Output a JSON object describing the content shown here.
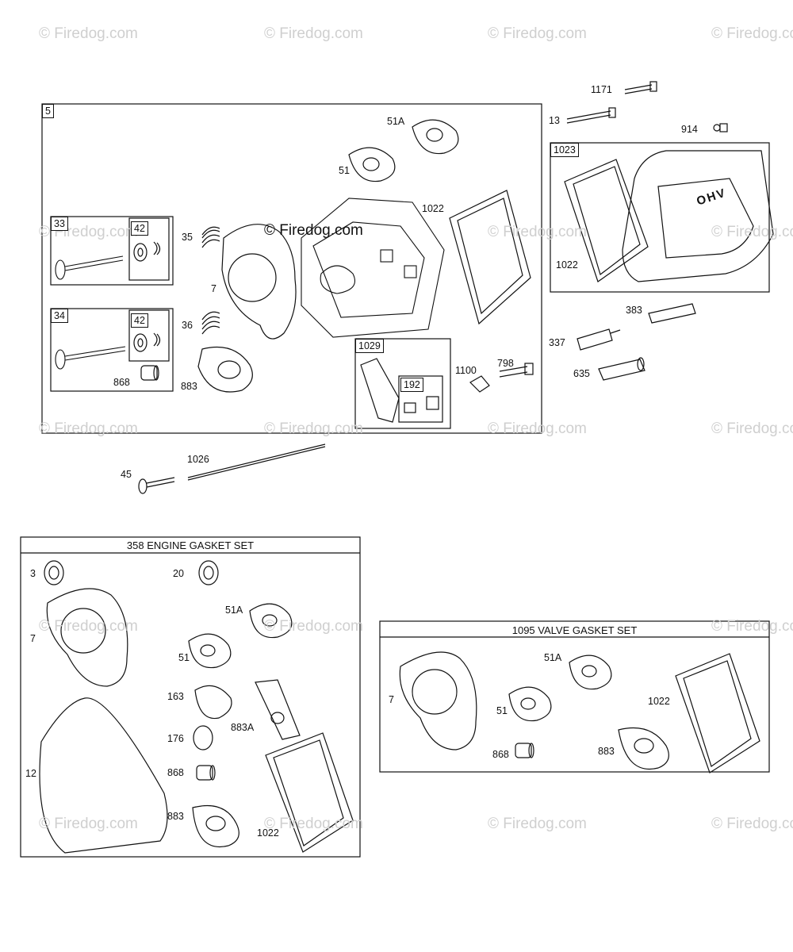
{
  "watermark": "© Firedog.com",
  "valve_cover_text": "OHV",
  "main_box_id": "5",
  "sub_boxes": {
    "exhaust_valve": "33",
    "intake_valve": "34",
    "keeper_a": "42",
    "keeper_b": "42",
    "rocker_arm": "1029",
    "rocker_nut": "192",
    "valve_cover": "1023"
  },
  "labels": {
    "p1171": "1171",
    "p13": "13",
    "p914": "914",
    "p51A": "51A",
    "p51": "51",
    "p1022_main": "1022",
    "p1022_cover": "1022",
    "p35": "35",
    "p7": "7",
    "p36": "36",
    "p868": "868",
    "p883": "883",
    "p383": "383",
    "p337": "337",
    "p1100": "1100",
    "p798": "798",
    "p635": "635",
    "p45": "45",
    "p1026": "1026"
  },
  "engine_gasket_set": {
    "title": "358 ENGINE GASKET SET",
    "labels": {
      "p3": "3",
      "p20": "20",
      "p51A": "51A",
      "p7": "7",
      "p51": "51",
      "p163": "163",
      "p883A": "883A",
      "p176": "176",
      "p12": "12",
      "p868": "868",
      "p883": "883",
      "p1022": "1022"
    }
  },
  "valve_gasket_set": {
    "title": "1095 VALVE GASKET SET",
    "labels": {
      "p51A": "51A",
      "p7": "7",
      "p1022": "1022",
      "p51": "51",
      "p868": "868",
      "p883": "883"
    }
  }
}
